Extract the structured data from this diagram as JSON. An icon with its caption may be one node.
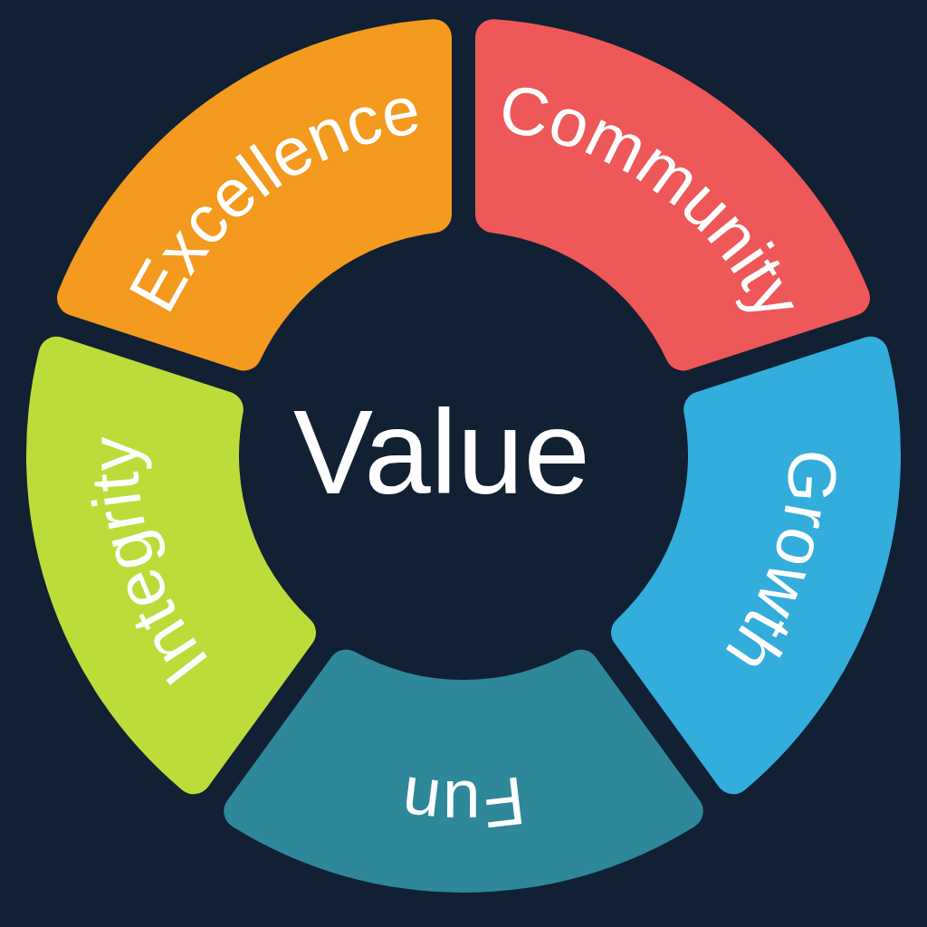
{
  "diagram": {
    "nodes": [
      {
        "text": [
          "Excellence"
        ]
      },
      {
        "text": [
          "Community"
        ]
      },
      {
        "text": [
          "Growth"
        ]
      },
      {
        "text": [
          "Fun"
        ]
      },
      {
        "text": [
          "Integrity"
        ]
      }
    ],
    "labels": [
      "Value"
    ]
  }
}
